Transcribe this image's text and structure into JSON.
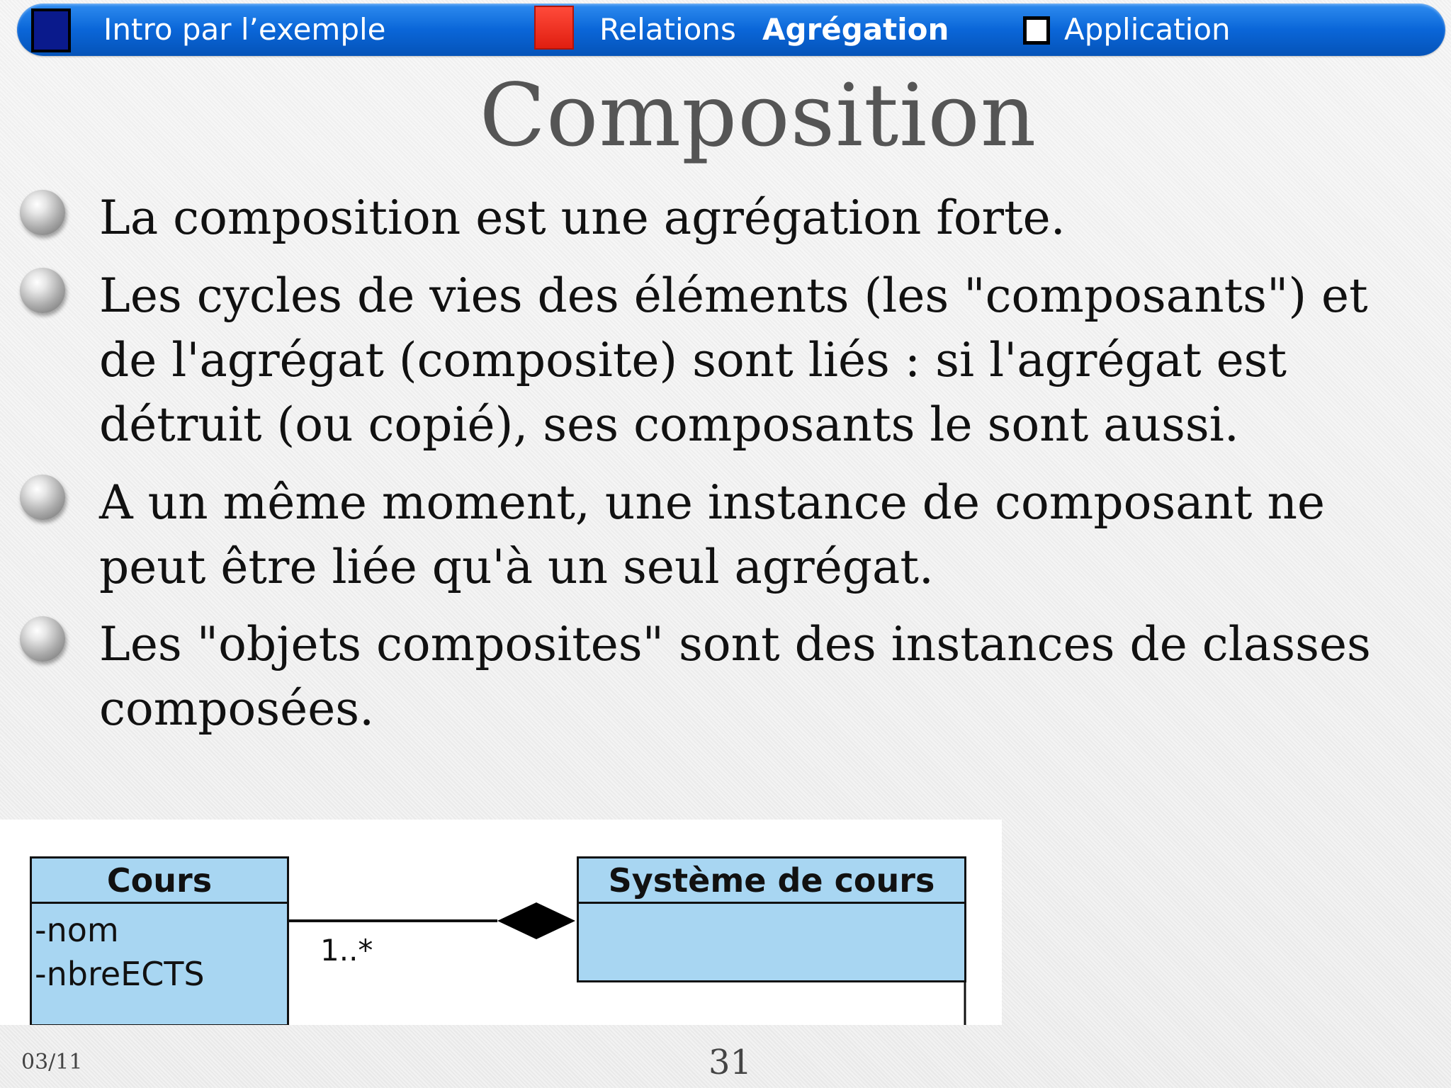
{
  "navbar": {
    "items": [
      {
        "label": "Intro par l’exemple"
      },
      {
        "label": "Relations"
      },
      {
        "label": "Agrégation"
      },
      {
        "label": "Application"
      }
    ]
  },
  "slide": {
    "title": "Composition",
    "bullets": [
      {
        "text": "La composition est une agrégation forte."
      },
      {
        "text": "Les cycles de vies des éléments (les \"composants\") et de l'agrégat (composite) sont liés : si l'agrégat est détruit (ou copié), ses composants le sont aussi."
      },
      {
        "text": "A un même moment, une instance de composant ne peut être liée qu'à un seul agrégat."
      },
      {
        "text": "Les \"objets composites\" sont des instances de classes composées."
      }
    ]
  },
  "diagram": {
    "class_left": {
      "name": "Cours",
      "attributes": [
        "-nom",
        "-nbreECTS"
      ]
    },
    "class_right": {
      "name": "Système de cours",
      "attributes": []
    },
    "multiplicity": "1..*"
  },
  "footer": {
    "date": "03/11",
    "page": "31"
  },
  "colors": {
    "navbar": "#0a66d8",
    "uml_class_fill": "#a8d6f2",
    "title": "#555555"
  }
}
